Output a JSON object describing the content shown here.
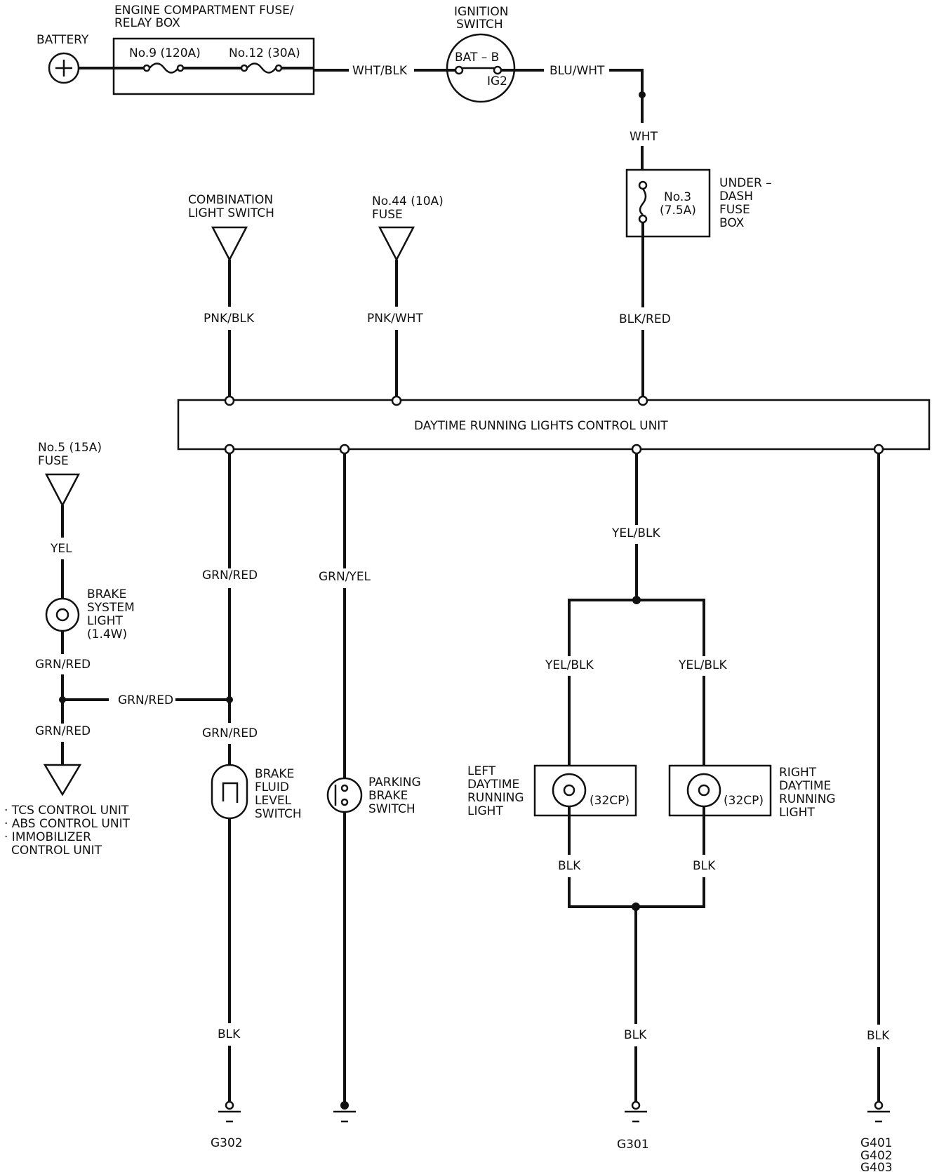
{
  "components": {
    "battery": "BATTERY",
    "engine_box_line1": "ENGINE COMPARTMENT FUSE/",
    "engine_box_line2": "RELAY BOX",
    "fuse9": "No.9 (120A)",
    "fuse12": "No.12 (30A)",
    "ignition_line1": "IGNITION",
    "ignition_line2": "SWITCH",
    "ign_bat": "BAT – B",
    "ign_ig2": "IG2",
    "underdash_line1": "UNDER –",
    "underdash_line2": "DASH",
    "underdash_line3": "FUSE",
    "underdash_line4": "BOX",
    "fuse3_line1": "No.3",
    "fuse3_line2": "(7.5A)",
    "combo_line1": "COMBINATION",
    "combo_line2": "LIGHT SWITCH",
    "fuse44_line1": "No.44 (10A)",
    "fuse44_line2": "FUSE",
    "control_unit": "DAYTIME RUNNING LIGHTS CONTROL UNIT",
    "fuse5_line1": "No.5 (15A)",
    "fuse5_line2": "FUSE",
    "brake_light_line1": "BRAKE",
    "brake_light_line2": "SYSTEM",
    "brake_light_line3": "LIGHT",
    "brake_light_line4": "(1.4W)",
    "dest_line1": "· TCS CONTROL UNIT",
    "dest_line2": "· ABS CONTROL UNIT",
    "dest_line3": "· IMMOBILIZER",
    "dest_line4": "CONTROL UNIT",
    "fluid_line1": "BRAKE",
    "fluid_line2": "FLUID",
    "fluid_line3": "LEVEL",
    "fluid_line4": "SWITCH",
    "parking_line1": "PARKING",
    "parking_line2": "BRAKE",
    "parking_line3": "SWITCH",
    "left_line1": "LEFT",
    "left_line2": "DAYTIME",
    "left_line3": "RUNNING",
    "left_line4": "LIGHT",
    "right_line1": "RIGHT",
    "right_line2": "DAYTIME",
    "right_line3": "RUNNING",
    "right_line4": "LIGHT",
    "cp_left": "(32CP)",
    "cp_right": "(32CP)"
  },
  "wires": {
    "wht_blk": "WHT/BLK",
    "blu_wht": "BLU/WHT",
    "wht": "WHT",
    "blk_red": "BLK/RED",
    "pnk_blk": "PNK/BLK",
    "pnk_wht": "PNK/WHT",
    "yel": "YEL",
    "grn_red_a": "GRN/RED",
    "grn_red_b": "GRN/RED",
    "grn_red_c": "GRN/RED",
    "grn_red_d": "GRN/RED",
    "grn_red_e": "GRN/RED",
    "grn_yel": "GRN/YEL",
    "yel_blk_main": "YEL/BLK",
    "yel_blk_left": "YEL/BLK",
    "yel_blk_right": "YEL/BLK",
    "blk_left_light": "BLK",
    "blk_right_light": "BLK",
    "blk_g302": "BLK",
    "blk_g301": "BLK",
    "blk_g401": "BLK"
  },
  "grounds": {
    "g302": "G302",
    "g301": "G301",
    "g401": "G401",
    "g402": "G402",
    "g403": "G403"
  }
}
